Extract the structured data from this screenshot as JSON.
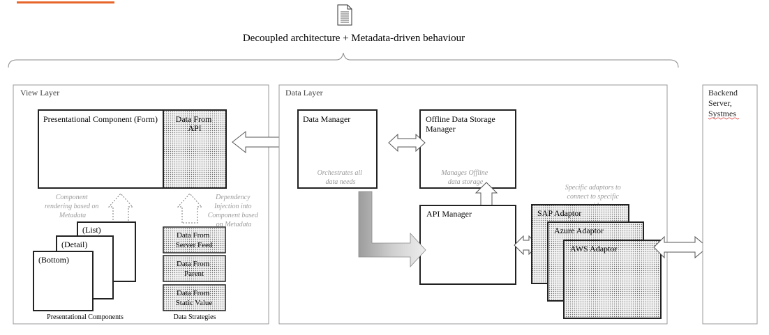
{
  "title": "Decoupled architecture + Metadata-driven behaviour",
  "accent_color": "#e8652a",
  "doc_icon": "document-icon",
  "view_layer": {
    "label": "View Layer",
    "form_component": "Presentational Component (Form)",
    "data_from_api": [
      "Data From",
      "API"
    ],
    "component_note": [
      "Component",
      "rendering based on",
      "Metadata"
    ],
    "di_note": [
      "Dependency",
      "Injection into",
      "Component based",
      "on Metadata"
    ],
    "stack": [
      "(List)",
      "(Detail)",
      "(Bottom)"
    ],
    "strategies": [
      [
        "Data From",
        "Server Feed"
      ],
      [
        "Data From",
        "Parent"
      ],
      [
        "Data From",
        "Static Value"
      ]
    ],
    "components_caption": "Presentational Components",
    "strategies_caption": "Data Strategies"
  },
  "data_layer": {
    "label": "Data Layer",
    "data_manager": "Data Manager",
    "data_manager_note": [
      "Orchestrates all",
      "data needs"
    ],
    "offline_manager": [
      "Offline Data Storage",
      "Manager"
    ],
    "offline_note": [
      "Manages Offline",
      "data storage"
    ],
    "api_manager": "API Manager",
    "adaptors_note": [
      "Specific adaptors to",
      "connect to specific",
      "providers"
    ],
    "adaptors": [
      "SAP Adaptor",
      "Azure Adaptor",
      "AWS Adaptor"
    ]
  },
  "backend": {
    "label": [
      "Backend",
      "Server,",
      "Systmes"
    ]
  }
}
